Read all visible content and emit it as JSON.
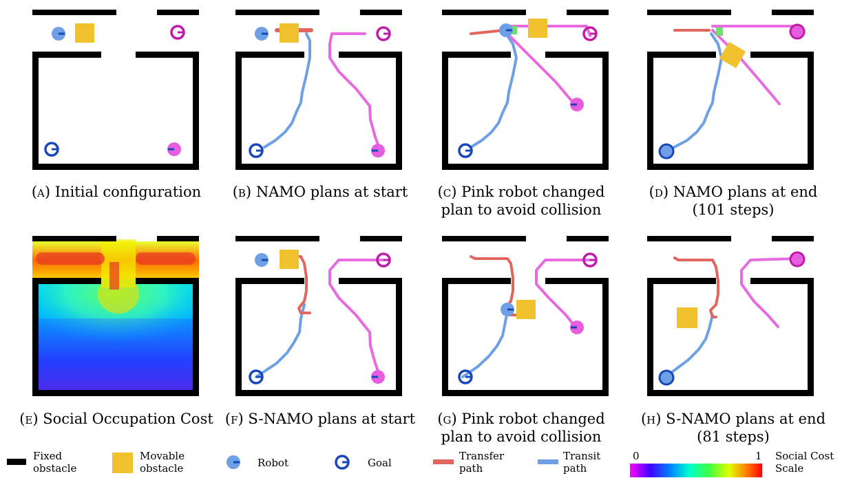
{
  "colors": {
    "wall": "#000000",
    "movable_obstacle": "#f2c12e",
    "robot_light": "#6ea0e6",
    "robot_dark": "#1747b8",
    "robot_pink": "#e65ee0",
    "robot_magenta": "#c21aa8",
    "transfer_path": "#e0665e",
    "transit_path": "#6ea0e6",
    "pink_path": "#e86ae0",
    "green_marker": "#6ee06e"
  },
  "panels": [
    {
      "label": "(a)",
      "text": "Initial configuration"
    },
    {
      "label": "(b)",
      "text": "NAMO plans at start"
    },
    {
      "label": "(c)",
      "text": "Pink robot changed plan to avoid collision"
    },
    {
      "label": "(d)",
      "text": "NAMO plans at end (101 steps)"
    },
    {
      "label": "(e)",
      "text": "Social Occupation Cost"
    },
    {
      "label": "(f)",
      "text": "S-NAMO plans at start"
    },
    {
      "label": "(g)",
      "text": "Pink robot changed plan to avoid collision"
    },
    {
      "label": "(h)",
      "text": "S-NAMO plans at end (81 steps)"
    }
  ],
  "legend": {
    "fixed_obstacle": "Fixed obstacle",
    "movable_obstacle": "Movable obstacle",
    "robot": "Robot",
    "goal": "Goal",
    "transfer_path": "Transfer path",
    "transit_path": "Transit path",
    "social_cost": "Social Cost Scale",
    "scale_min": "0",
    "scale_max": "1"
  }
}
